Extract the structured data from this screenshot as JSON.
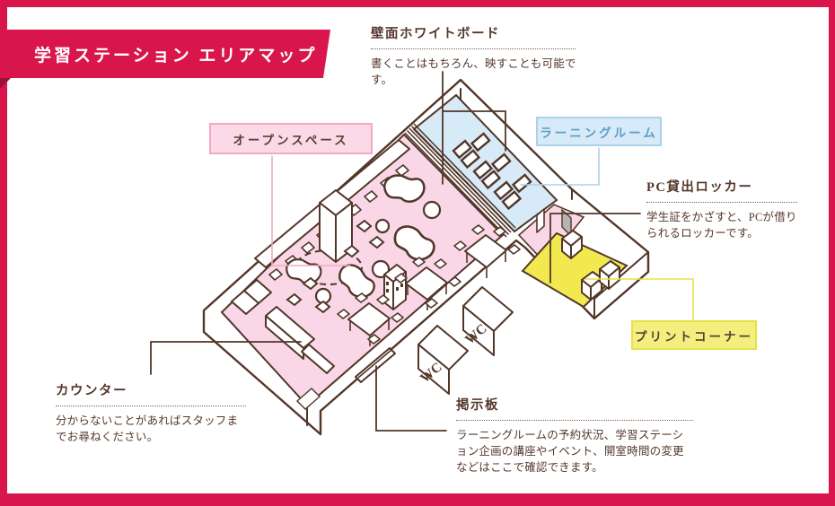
{
  "banner": {
    "title": "学習ステーション エリアマップ",
    "bg": "#d8164b",
    "text_color": "#ffffff"
  },
  "frame_color": "#d8164b",
  "labels": {
    "open_space": {
      "text": "オープンスペース",
      "bg": "#fbd9e7",
      "border": "#f3a9c4"
    },
    "learning_room": {
      "text": "ラーニングルーム",
      "bg": "#d6eaf7",
      "border": "#aad2ea",
      "text_color": "#5c9cc7"
    },
    "print_corner": {
      "text": "プリントコーナー",
      "bg": "#f4ee7e",
      "border": "#e8e143"
    }
  },
  "annotations": {
    "whiteboard": {
      "title": "壁面ホワイトボード",
      "body": "書くことはもちろん、映すことも可能です。"
    },
    "pc_locker": {
      "title": "PC貸出ロッカー",
      "body": "学生証をかざすと、PCが借りられるロッカーです。"
    },
    "counter": {
      "title": "カウンター",
      "body": "分からないことがあればスタッフまでお尋ねください。"
    },
    "bulletin": {
      "title": "掲示板",
      "body": "ラーニングルームの予約状況、学習ステーション企画の講座やイベント、開室時間の変更などはここで確認できます。"
    }
  },
  "map": {
    "wc_label": "WC",
    "floor_colors": {
      "open_space": "#f9d7e7",
      "learning_room": "#d7eaf7",
      "print_corner": "#f1e94f",
      "corridor": "#f9d7e7"
    },
    "line_color": "#523629"
  }
}
